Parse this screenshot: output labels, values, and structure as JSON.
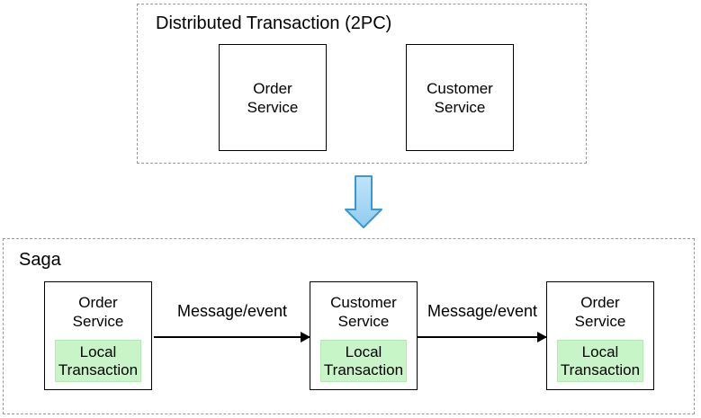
{
  "colors": {
    "local_transaction_fill": "#c8f5c8",
    "local_transaction_border": "#b4e9b4",
    "down_arrow_fill_top": "#c2e4f8",
    "down_arrow_fill_bottom": "#8fccf0",
    "down_arrow_stroke": "#3b97d3",
    "dashed_border": "#999999",
    "solid_border": "#000000",
    "text_color": "#000000"
  },
  "two_pc": {
    "title": "Distributed Transaction (2PC)",
    "boxes": [
      {
        "line1": "Order",
        "line2": "Service"
      },
      {
        "line1": "Customer",
        "line2": "Service"
      }
    ]
  },
  "saga": {
    "title": "Saga",
    "steps": [
      {
        "line1": "Order",
        "line2": "Service",
        "local_line1": "Local",
        "local_line2": "Transaction"
      },
      {
        "line1": "Customer",
        "line2": "Service",
        "local_line1": "Local",
        "local_line2": "Transaction"
      },
      {
        "line1": "Order",
        "line2": "Service",
        "local_line1": "Local",
        "local_line2": "Transaction"
      }
    ],
    "arrows": [
      {
        "label": "Message/event"
      },
      {
        "label": "Message/event"
      }
    ]
  }
}
